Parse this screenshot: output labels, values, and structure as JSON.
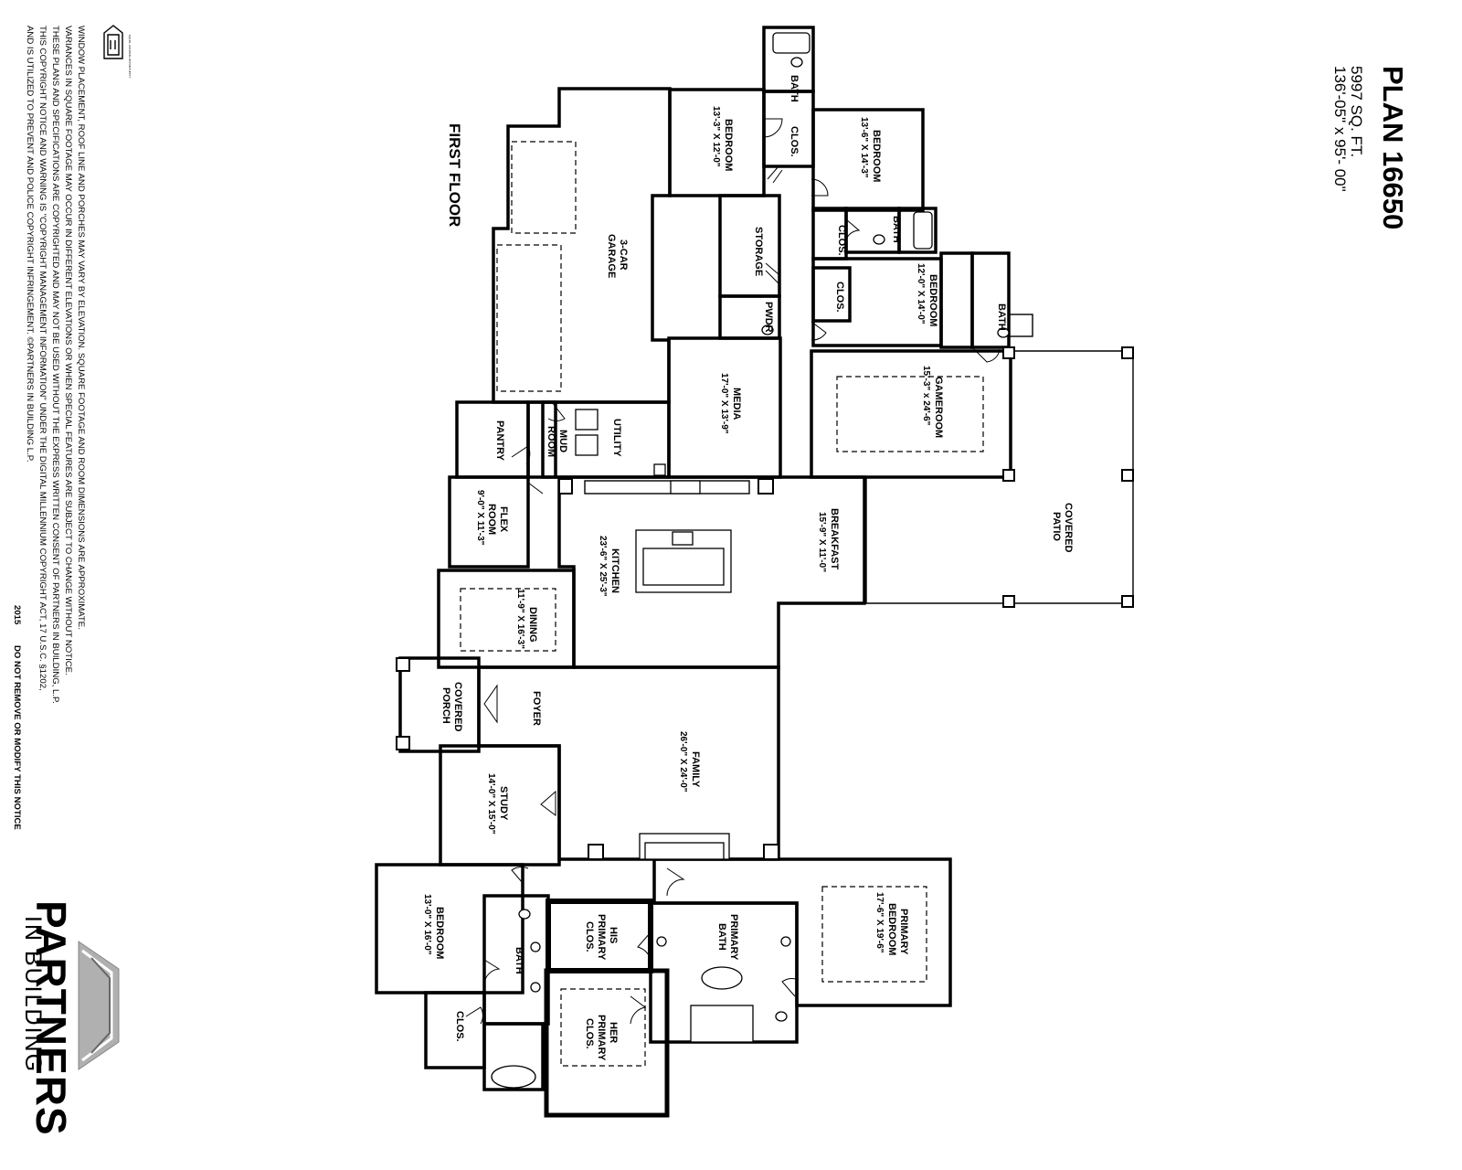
{
  "title": {
    "plan": "PLAN 16650",
    "area": "5997 SQ. FT.",
    "dimensions": "136'-05\" x 95'- 00\""
  },
  "floor_label": "FIRST FLOOR",
  "brand": {
    "name": "PARTNERS",
    "tagline": "IN BUILDING"
  },
  "icon": {
    "name": "equal-housing-icon",
    "label": "EQUAL HOUSING OPPORTUNITY"
  },
  "disclaimer": {
    "lines": [
      "WINDOW PLACEMENT, ROOF LINE AND PORCHES MAY VARY BY ELEVATION. SQUARE FOOTAGE AND ROOM DIMENSIONS ARE APPROXIMATE.",
      "VARIANCES IN SQUARE FOOTAGE MAY OCCUR IN DIFFERENT ELEVATIONS OR WHEN SPECIAL FEATURES ARE SUBJECT TO CHANGE WITHOUT NOTICE.",
      "THESE PLANS AND SPECIFICATIONS ARE COPYRIGHTED AND MAY NOT BE USED WITHOUT THE EXPRESS WRITTEN CONSENT OF PARTNERS IN BUILDING, L.P.",
      "THIS COPYRIGHT NOTICE AND WARNING IS \"COPYRIGHT MANAGEMENT INFORMATION\" UNDER THE DIGITAL MILLENNIUM COPYRIGHT ACT, 17 U.S.C.   §1202,",
      "AND IS UTILIZED TO PREVENT AND POLICE COPYRIGHT INFRINGEMENT.  ©PARTNERS IN BUILDING L.P."
    ],
    "footer_year": "2015",
    "footer_warning": "DO NOT REMOVE OR MODIFY THIS NOTICE"
  },
  "rooms": {
    "bath_top": {
      "name": "BATH"
    },
    "clos_top": {
      "name": "CLOS."
    },
    "bedroom_1": {
      "name": "BEDROOM",
      "size": "13'-3\" X 12'-0\""
    },
    "bedroom_2": {
      "name": "BEDROOM",
      "size": "13'-6\" X 14'-3\""
    },
    "bath_2": {
      "name": "BATH"
    },
    "clos_2": {
      "name": "CLOS."
    },
    "garage": {
      "name": "3-CAR",
      "name2": "GARAGE"
    },
    "storage": {
      "name": "STORAGE"
    },
    "pwdr": {
      "name": "PWDR"
    },
    "bedroom_3": {
      "name": "BEDROOM",
      "size": "12'-0\" X 14'-0\""
    },
    "clos_3": {
      "name": "CLOS."
    },
    "bath_3": {
      "name": "BATH"
    },
    "media": {
      "name": "MEDIA",
      "size": "17'-0\" X 13'-9\""
    },
    "gameroom": {
      "name": "GAMEROOM",
      "size": "15'-3\" x 24'-6\""
    },
    "utility": {
      "name": "UTILITY"
    },
    "mud_room": {
      "name": "MUD",
      "name2": "ROOM"
    },
    "pantry": {
      "name": "PANTRY"
    },
    "covered_patio": {
      "name": "COVERED",
      "name2": "PATIO"
    },
    "flex_room": {
      "name": "FLEX",
      "name2": "ROOM",
      "size": "9'-0\" X 11'-3\""
    },
    "kitchen": {
      "name": "KITCHEN",
      "size": "23'-6\" X 25'-3\""
    },
    "breakfast": {
      "name": "BREAKFAST",
      "size": "15'-9\" X 11'-0\""
    },
    "dining": {
      "name": "DINING",
      "size": "11'-9\" X 16'-3\""
    },
    "foyer": {
      "name": "FOYER"
    },
    "covered_porch": {
      "name": "COVERED",
      "name2": "PORCH"
    },
    "family": {
      "name": "FAMILY",
      "size": "26'-0\" X 24'-0\""
    },
    "study": {
      "name": "STUDY",
      "size": "14'-0\" X 15'-0\""
    },
    "bedroom_4": {
      "name": "BEDROOM",
      "size": "13'-0\" X 16'-0\""
    },
    "bath_4": {
      "name": "BATH"
    },
    "clos_4": {
      "name": "CLOS."
    },
    "his_closet": {
      "name": "HIS",
      "name2": "PRIMARY",
      "name3": "CLOS."
    },
    "primary_bath": {
      "name": "PRIMARY",
      "name2": "BATH"
    },
    "primary_bedroom": {
      "name": "PRIMARY",
      "name2": "BEDROOM",
      "size": "17'-6\" X 19'-6\""
    },
    "her_closet": {
      "name": "HER",
      "name2": "PRIMARY",
      "name3": "CLOS."
    }
  }
}
